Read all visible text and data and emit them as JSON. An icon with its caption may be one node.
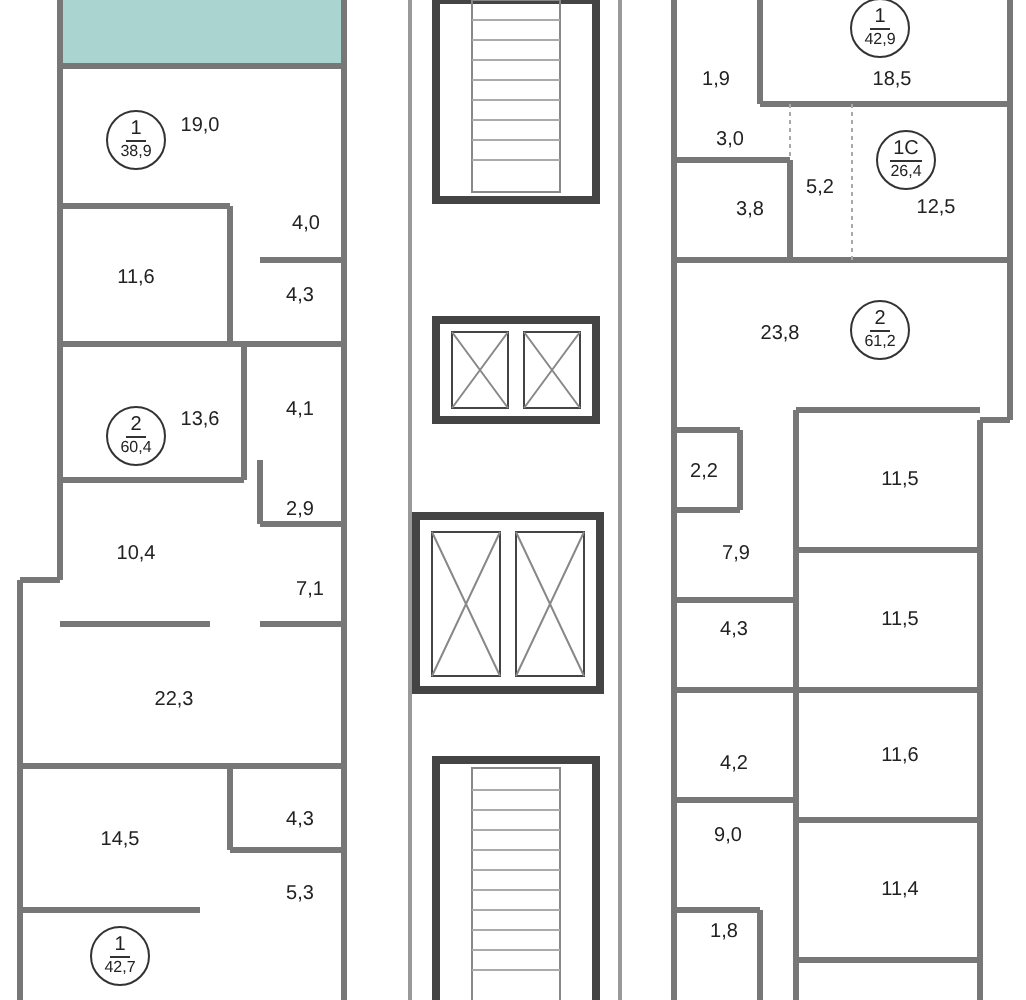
{
  "diagram": {
    "nodes": [
      {
        "text": [
          "1",
          "38,9"
        ]
      },
      {
        "text": [
          "2",
          "60,4"
        ]
      },
      {
        "text": [
          "1",
          "42,7"
        ]
      },
      {
        "text": [
          "1",
          "42,9"
        ]
      },
      {
        "text": [
          "1С",
          "26,4"
        ]
      },
      {
        "text": [
          "2",
          "61,2"
        ]
      }
    ],
    "labels": [
      "19,0",
      "4,0",
      "11,6",
      "4,3",
      "4,1",
      "13,6",
      "2,9",
      "10,4",
      "7,1",
      "22,3",
      "14,5",
      "4,3",
      "5,3",
      "1,9",
      "18,5",
      "3,0",
      "5,2",
      "3,8",
      "12,5",
      "23,8",
      "2,2",
      "11,5",
      "7,9",
      "11,5",
      "4,3",
      "4,2",
      "11,6",
      "9,0",
      "11,4",
      "1,8"
    ]
  }
}
